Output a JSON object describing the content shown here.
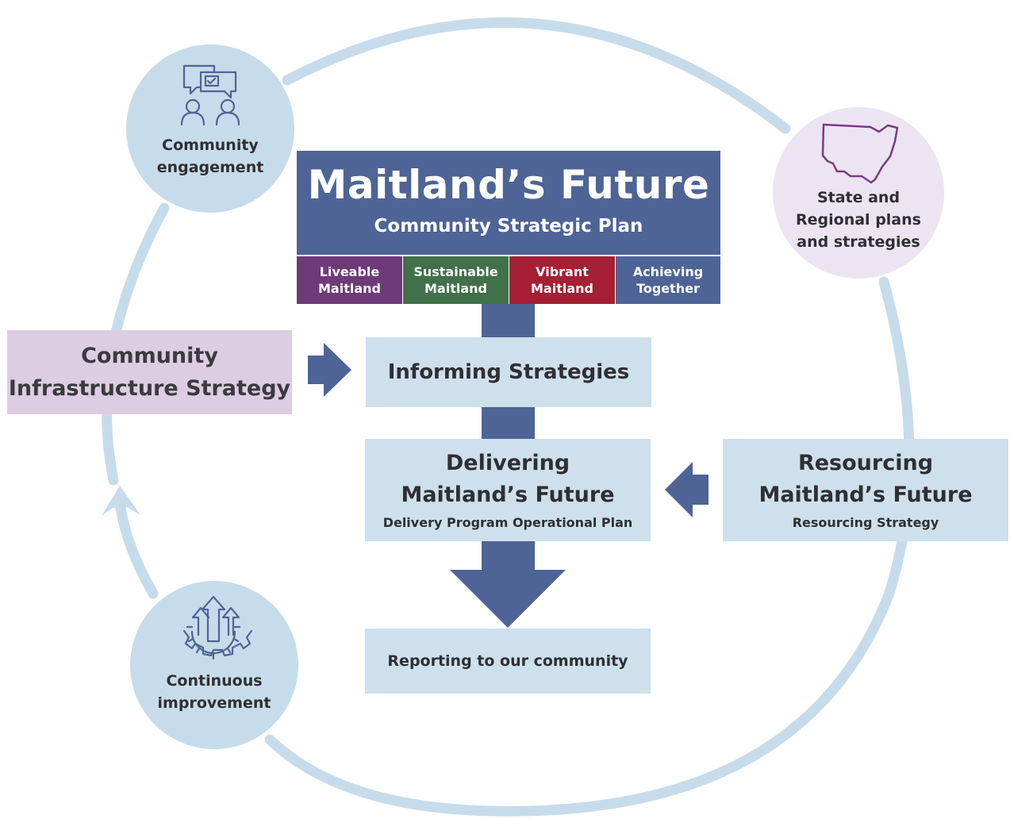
{
  "colors": {
    "ring": "#c7dcea",
    "bubble": "#c7dcea",
    "bubble_state": "#ece5f1",
    "title_bg": "#4e6496",
    "arrow": "#4e6496",
    "box": "#cde0ec",
    "cis_box": "#ddcde2",
    "liveable": "#6e3a78",
    "sustainable": "#41704a",
    "vibrant": "#a51f35",
    "achieving": "#4e6496",
    "icon_stroke": "#4e6496",
    "map_stroke": "#7a3a86"
  },
  "cycle": {
    "community_engagement": {
      "line1": "Community",
      "line2": "engagement",
      "icon": "chat-people-icon"
    },
    "state_regional": {
      "line1": "State and",
      "line2": "Regional plans",
      "line3": "and strategies",
      "icon": "nsw-map-icon"
    },
    "continuous_improvement": {
      "line1": "Continuous",
      "line2": "improvement",
      "icon": "gear-arrows-icon"
    }
  },
  "title": {
    "main": "Maitland’s Future",
    "sub": "Community Strategic Plan"
  },
  "themes": [
    {
      "line1": "Liveable",
      "line2": "Maitland"
    },
    {
      "line1": "Sustainable",
      "line2": "Maitland"
    },
    {
      "line1": "Vibrant",
      "line2": "Maitland"
    },
    {
      "line1": "Achieving",
      "line2": "Together"
    }
  ],
  "community_infrastructure": {
    "line1": "Community",
    "line2": "Infrastructure Strategy"
  },
  "informing": {
    "label": "Informing Strategies"
  },
  "delivering": {
    "line1": "Delivering",
    "line2": "Maitland’s Future",
    "sub": "Delivery Program Operational Plan"
  },
  "resourcing": {
    "line1": "Resourcing",
    "line2": "Maitland’s Future",
    "sub": "Resourcing Strategy"
  },
  "reporting": {
    "label": "Reporting to our community"
  }
}
